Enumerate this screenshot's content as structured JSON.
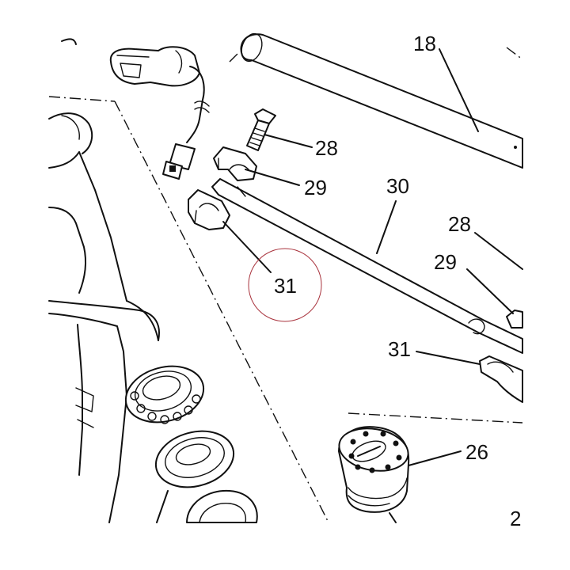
{
  "diagram": {
    "labels": {
      "top_partial": "18",
      "bolt_left": "28",
      "clamp_left": "29",
      "rod": "30",
      "block_left": "31",
      "bolt_right": "28",
      "clamp_right": "29",
      "block_right": "31",
      "nut": "26",
      "edge_partial": "2"
    },
    "highlight_color": "#a8323c",
    "line_color": "#111111"
  }
}
